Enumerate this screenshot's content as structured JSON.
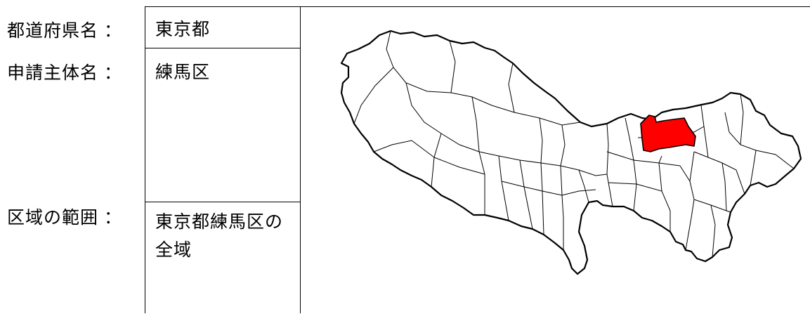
{
  "labels": {
    "prefecture": "都道府県名",
    "applicant": "申請主体名",
    "area_scope": "区域の範囲",
    "separator": "："
  },
  "values": {
    "prefecture": "東京都",
    "applicant": "練馬区",
    "area_scope": "東京都練馬区の全域"
  },
  "map": {
    "highlight_color": "#ff0000",
    "outline_color": "#000000",
    "fill_color": "#ffffff"
  }
}
